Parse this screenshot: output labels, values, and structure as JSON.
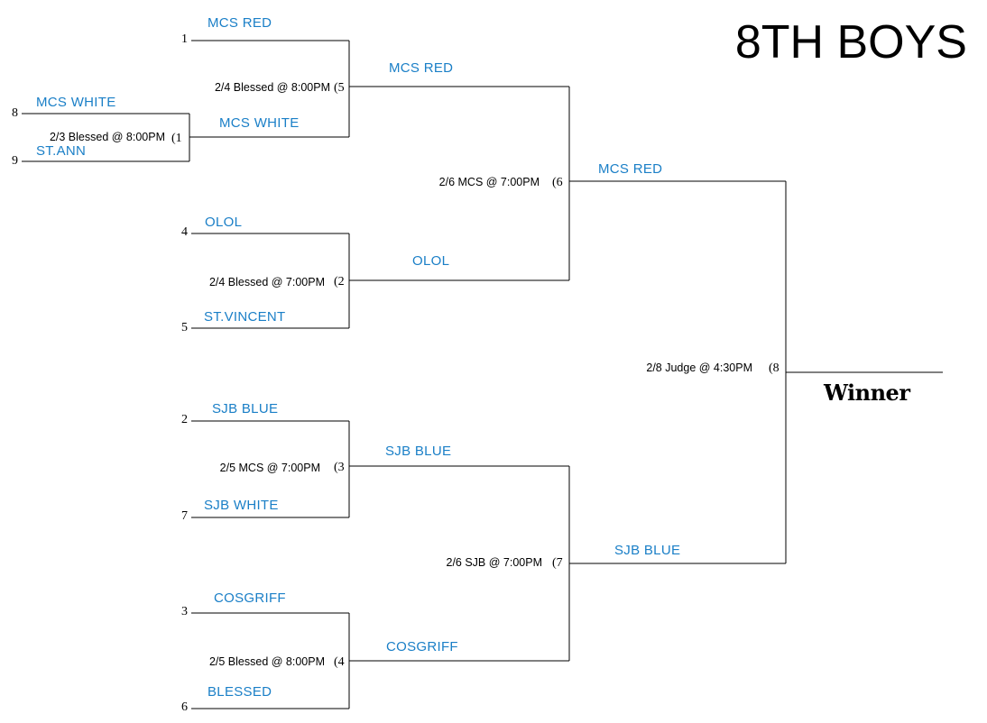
{
  "title": "8TH BOYS",
  "winner_label": "Winner",
  "seeds": [
    "1",
    "8",
    "9",
    "4",
    "5",
    "2",
    "7",
    "3",
    "6"
  ],
  "teams": {
    "seed1": "MCS RED",
    "seed8": "MCS WHITE",
    "seed9": "ST.ANN",
    "seed4": "OLOL",
    "seed5": "ST.VINCENT",
    "seed2": "SJB BLUE",
    "seed7": "SJB WHITE",
    "seed3": "COSGRIFF",
    "seed6": "BLESSED"
  },
  "games": [
    {
      "num": "(1",
      "info": "2/3 Blessed @ 8:00PM",
      "winner": "MCS WHITE"
    },
    {
      "num": "(2",
      "info": "2/4 Blessed @ 7:00PM",
      "winner": "OLOL"
    },
    {
      "num": "(3",
      "info": "2/5 MCS @ 7:00PM",
      "winner": "SJB BLUE"
    },
    {
      "num": "(4",
      "info": "2/5 Blessed @ 8:00PM",
      "winner": "COSGRIFF"
    },
    {
      "num": "(5",
      "info": "2/4 Blessed @ 8:00PM",
      "winner": "MCS RED"
    },
    {
      "num": "(6",
      "info": "2/6 MCS @ 7:00PM",
      "winner": "MCS RED"
    },
    {
      "num": "(7",
      "info": "2/6 SJB @ 7:00PM",
      "winner": "SJB BLUE"
    },
    {
      "num": "(8",
      "info": "2/8 Judge @ 4:30PM",
      "winner": ""
    }
  ]
}
